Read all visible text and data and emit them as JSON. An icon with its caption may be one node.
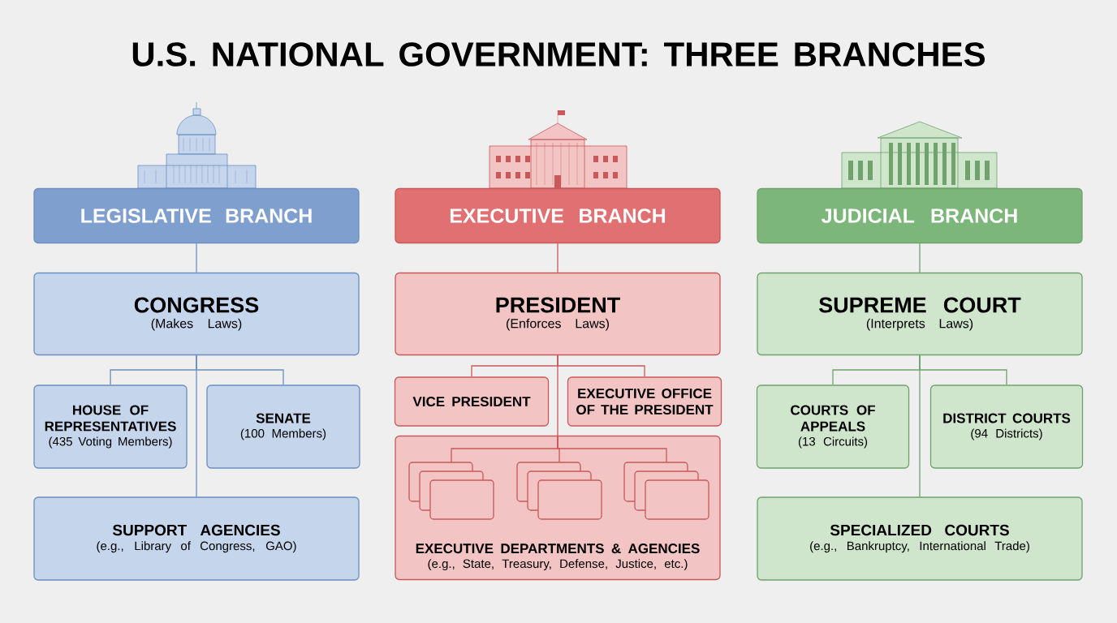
{
  "diagram": {
    "title": "U.S. NATIONAL GOVERNMENT: THREE BRANCHES",
    "nodes": [
      {
        "text": [
          "LEGISLATIVE BRANCH"
        ]
      },
      {
        "text": [
          "CONGRESS",
          "(Makes Laws)"
        ]
      },
      {
        "text": [
          "HOUSE OF REPRESENTATIVES",
          "(435 Voting Members)"
        ]
      },
      {
        "text": [
          "SENATE",
          "(100 Members)"
        ]
      },
      {
        "text": [
          "SUPPORT AGENCIES",
          "(e.g., Library of Congress, GAO)"
        ]
      },
      {
        "text": [
          "EXECUTIVE BRANCH"
        ]
      },
      {
        "text": [
          "PRESIDENT",
          "(Enforces Laws)"
        ]
      },
      {
        "text": [
          "VICE PRESIDENT"
        ]
      },
      {
        "text": [
          "EXECUTIVE OFFICE OF THE PRESIDENT"
        ]
      },
      {
        "text": [
          "EXECUTIVE DEPARTMENTS & AGENCIES",
          "(e.g., State, Treasury, Defense, Justice, etc.)"
        ]
      },
      {
        "text": [],
        "shape": "box",
        "in": 9
      },
      {
        "text": [],
        "shape": "box",
        "in": 9
      },
      {
        "text": [],
        "shape": "box",
        "in": 9
      },
      {
        "text": [
          "JUDICIAL BRANCH"
        ]
      },
      {
        "text": [
          "SUPREME COURT",
          "(Interprets Laws)"
        ]
      },
      {
        "text": [
          "COURTS OF APPEALS",
          "(13 Circuits)"
        ]
      },
      {
        "text": [
          "DISTRICT COURTS",
          "(94 Districts)"
        ]
      },
      {
        "text": [
          "SPECIALIZED COURTS",
          "(e.g., Bankruptcy, International Trade)"
        ]
      }
    ],
    "edges": [
      {
        "from": 0,
        "to": 1,
        "arrow": "none",
        "color": "#6b8fc0"
      },
      {
        "from": 1,
        "to": 2,
        "arrow": "none",
        "color": "#6b8fc0"
      },
      {
        "from": 1,
        "to": 3,
        "arrow": "none",
        "color": "#6b8fc0"
      },
      {
        "from": 1,
        "to": 4,
        "arrow": "none",
        "color": "#6b8fc0"
      },
      {
        "from": 5,
        "to": 6,
        "arrow": "none",
        "color": "#c9585a"
      },
      {
        "from": 6,
        "to": 7,
        "arrow": "none",
        "color": "#c9585a"
      },
      {
        "from": 6,
        "to": 8,
        "arrow": "none",
        "color": "#c9585a"
      },
      {
        "from": 6,
        "to": 9,
        "arrow": "none",
        "color": "#c9585a"
      },
      {
        "from": 9,
        "to": 10,
        "arrow": "none",
        "color": "#c9585a"
      },
      {
        "from": 9,
        "to": 11,
        "arrow": "none",
        "color": "#c9585a"
      },
      {
        "from": 9,
        "to": 12,
        "arrow": "none",
        "color": "#c9585a"
      },
      {
        "from": 13,
        "to": 14,
        "arrow": "none",
        "color": "#6fa26c"
      },
      {
        "from": 14,
        "to": 15,
        "arrow": "none",
        "color": "#6fa26c"
      },
      {
        "from": 14,
        "to": 16,
        "arrow": "none",
        "color": "#6fa26c"
      },
      {
        "from": 14,
        "to": 17,
        "arrow": "none",
        "color": "#6fa26c"
      }
    ]
  }
}
